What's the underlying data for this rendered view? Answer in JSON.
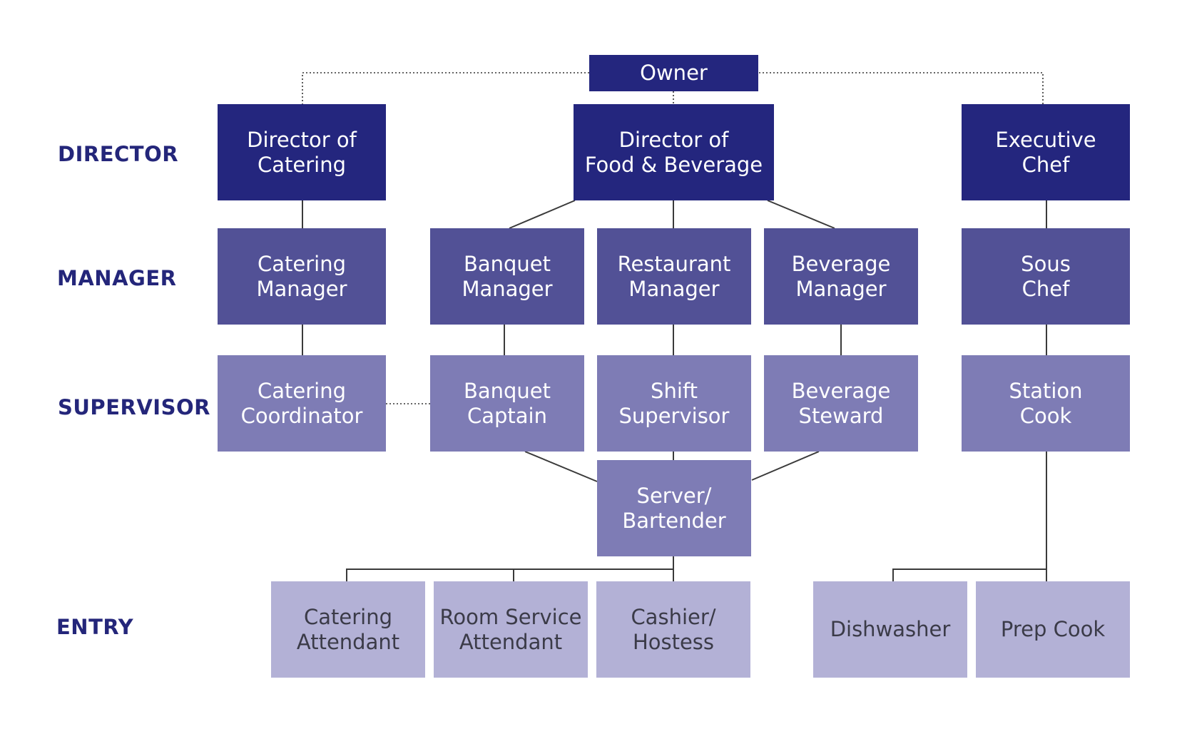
{
  "levels": {
    "director": "DIRECTOR",
    "manager": "MANAGER",
    "supervisor": "SUPERVISOR",
    "entry": "ENTRY"
  },
  "nodes": {
    "owner": "Owner",
    "director_catering": "Director of\nCatering",
    "director_fnb": "Director of\nFood & Beverage",
    "executive_chef": "Executive\nChef",
    "catering_manager": "Catering\nManager",
    "banquet_manager": "Banquet\nManager",
    "restaurant_manager": "Restaurant\nManager",
    "beverage_manager": "Beverage\nManager",
    "sous_chef": "Sous\nChef",
    "catering_coordinator": "Catering\nCoordinator",
    "banquet_captain": "Banquet\nCaptain",
    "shift_supervisor": "Shift\nSupervisor",
    "beverage_steward": "Beverage\nSteward",
    "station_cook": "Station\nCook",
    "server_bartender": "Server/\nBartender",
    "catering_attendant": "Catering\nAttendant",
    "room_service_attendant": "Room Service\nAttendant",
    "cashier_hostess": "Cashier/\nHostess",
    "dishwasher": "Dishwasher",
    "prep_cook": "Prep Cook"
  },
  "colors": {
    "director": "#24267e",
    "manager": "#525196",
    "supervisor": "#7e7cb5",
    "entry": "#b3b1d6",
    "label": "#24267a",
    "connector": "#3a3a3a"
  }
}
